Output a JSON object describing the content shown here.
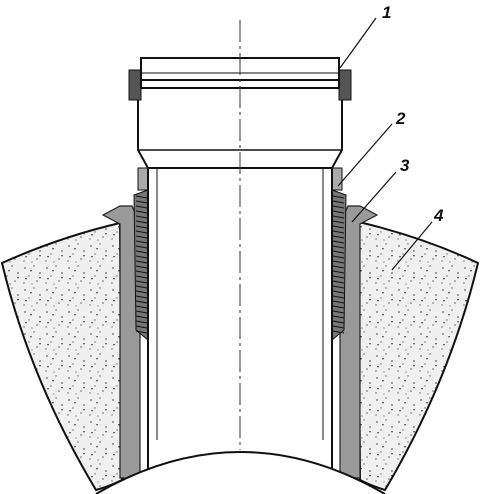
{
  "callouts": [
    {
      "id": "1",
      "label": "1"
    },
    {
      "id": "2",
      "label": "2"
    },
    {
      "id": "3",
      "label": "3"
    },
    {
      "id": "4",
      "label": "4"
    }
  ],
  "colors": {
    "ink": "#111111",
    "concrete_fill": "#eeeeee",
    "seal_gray": "#9a9a9a",
    "ring_dark": "#555555",
    "background": "#ffffff"
  }
}
